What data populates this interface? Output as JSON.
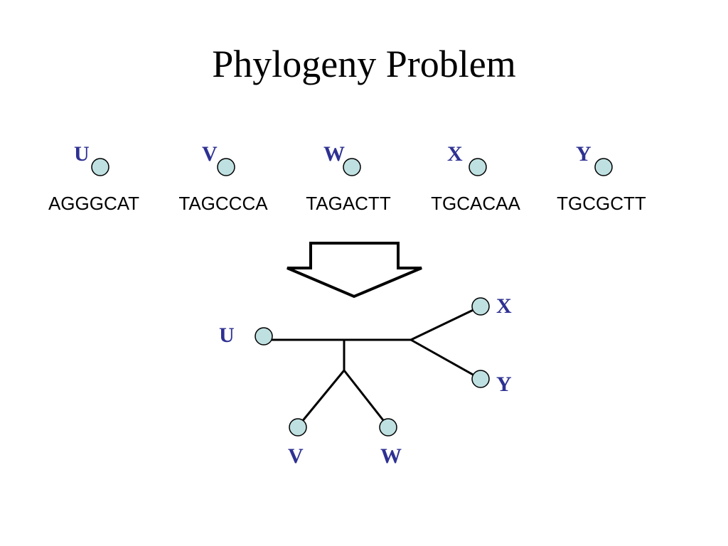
{
  "slide": {
    "title": "Phylogeny Problem"
  },
  "colors": {
    "node_fill": "#bfe0e0",
    "label": "#2e3192",
    "line": "#000000"
  },
  "species": [
    {
      "label": "U",
      "sequence": "AGGGCAT"
    },
    {
      "label": "V",
      "sequence": "TAGCCCA"
    },
    {
      "label": "W",
      "sequence": "TAGACTT"
    },
    {
      "label": "X",
      "sequence": "TGCACAA"
    },
    {
      "label": "Y",
      "sequence": "TGCGCTT"
    }
  ],
  "tree": {
    "leaves": [
      {
        "label": "U"
      },
      {
        "label": "V"
      },
      {
        "label": "W"
      },
      {
        "label": "X"
      },
      {
        "label": "Y"
      }
    ]
  },
  "arrow_icon": "down-arrow-outline"
}
